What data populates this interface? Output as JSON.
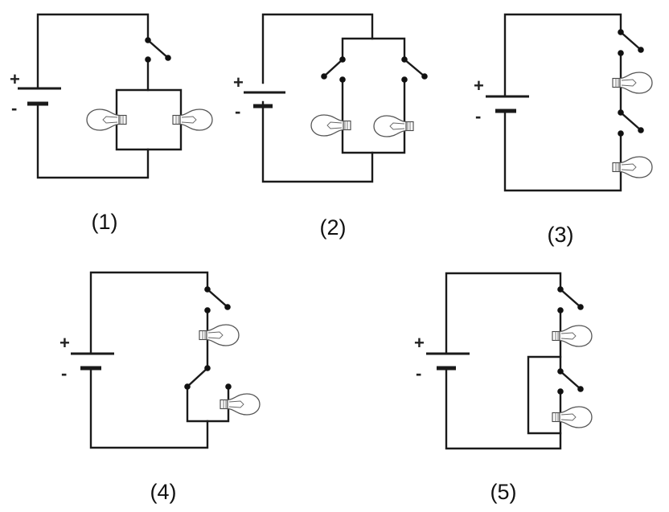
{
  "battery": {
    "plus": "+",
    "minus": "-"
  },
  "circuits": [
    {
      "label": "(1)"
    },
    {
      "label": "(2)"
    },
    {
      "label": "(3)"
    },
    {
      "label": "(4)"
    },
    {
      "label": "(5)"
    }
  ]
}
